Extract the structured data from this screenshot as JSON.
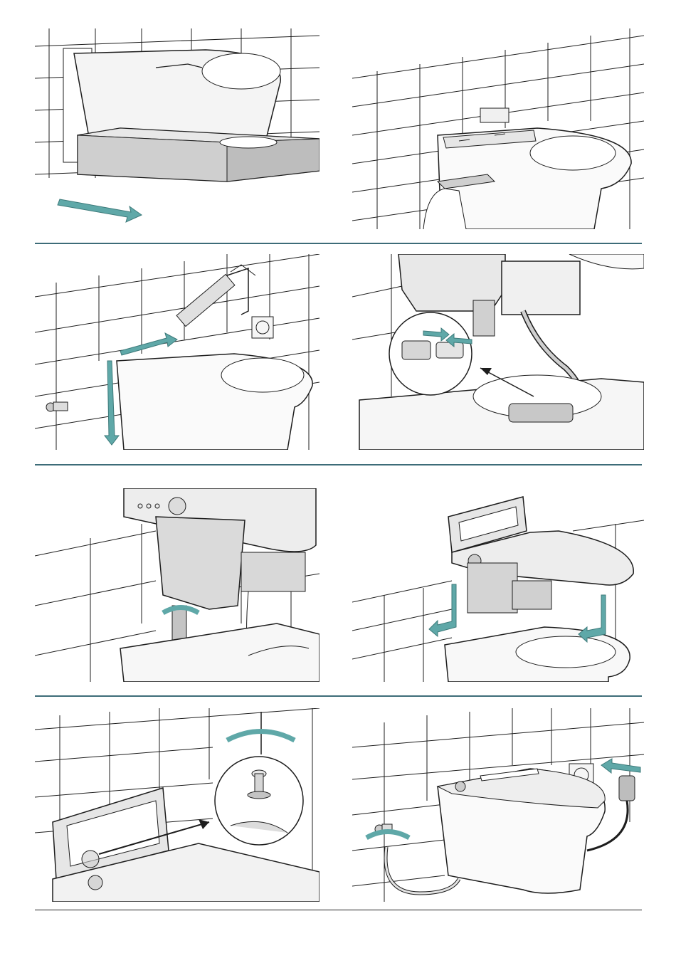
{
  "page": {
    "type": "installation-instructions",
    "steps": [
      {
        "id": "remove-packaging-block"
      },
      {
        "id": "toilet-body-against-wall"
      },
      {
        "id": "apply-silicone-and-place-body"
      },
      {
        "id": "connect-water-hose-coupling"
      },
      {
        "id": "rotate-seat-hose-connection"
      },
      {
        "id": "lower-seat-unit-onto-body"
      },
      {
        "id": "tighten-cover-screw"
      },
      {
        "id": "connect-water-and-power"
      }
    ]
  },
  "colors": {
    "accent_arrow": "#5fa8a8",
    "divider": "#3d6c78",
    "line_art": "#1d1d1d",
    "fill_light": "#f2f2f2",
    "fill_mid": "#d4d4d4",
    "fill_dark": "#a8a8a8"
  },
  "icons": [
    "direction-arrow-icon",
    "rotate-arrow-icon",
    "wall-socket-icon",
    "angle-valve-icon",
    "screw-icon",
    "plug-icon",
    "silicone-gun-icon"
  ]
}
